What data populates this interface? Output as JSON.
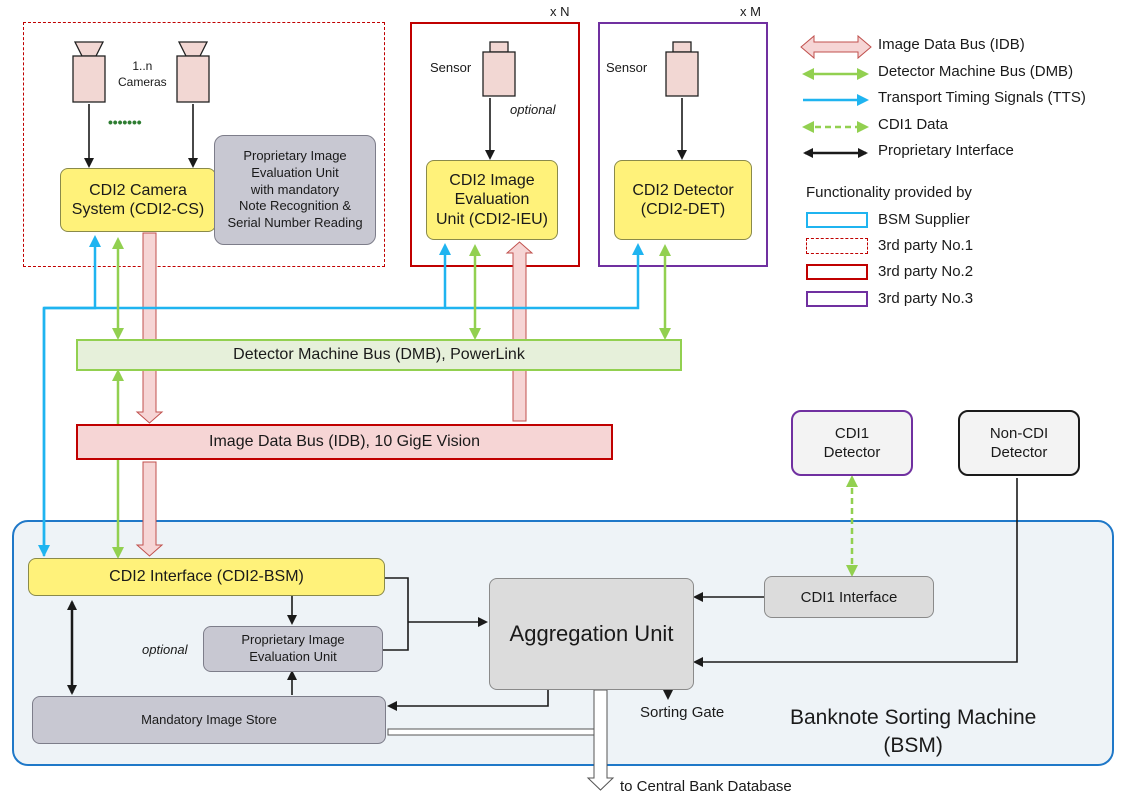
{
  "containers": {
    "multiplier_n": "x N",
    "multiplier_m": "x M"
  },
  "camera_system": {
    "cameras_label": "1..n\nCameras",
    "dots": "• • • • • • •",
    "unit_label": "CDI2 Camera\nSystem (CDI2-CS)",
    "proprietary_note": "Proprietary Image\nEvaluation Unit\nwith mandatory\nNote Recognition &\nSerial Number Reading"
  },
  "ieu": {
    "sensor_label": "Sensor",
    "optional_label": "optional",
    "unit_label": "CDI2 Image\nEvaluation\nUnit (CDI2-IEU)"
  },
  "det": {
    "sensor_label": "Sensor",
    "unit_label": "CDI2 Detector\n(CDI2-DET)"
  },
  "buses": {
    "dmb_label": "Detector Machine Bus (DMB), PowerLink",
    "idb_label": "Image Data Bus (IDB), 10 GigE Vision"
  },
  "external_detectors": {
    "cdi1": "CDI1\nDetector",
    "non_cdi": "Non-CDI\nDetector"
  },
  "bsm": {
    "title": "Banknote Sorting Machine\n(BSM)",
    "cdi2_interface": "CDI2 Interface (CDI2-BSM)",
    "optional_label": "optional",
    "proprietary_unit": "Proprietary Image\nEvaluation Unit",
    "image_store": "Mandatory Image Store",
    "aggregation_unit": "Aggregation Unit",
    "cdi1_interface": "CDI1 Interface",
    "sorting_gate": "Sorting Gate",
    "central_bank": "to Central Bank Database"
  },
  "legend": {
    "items": [
      "Image Data Bus (IDB)",
      "Detector Machine Bus (DMB)",
      "Transport Timing Signals (TTS)",
      "CDI1 Data",
      "Proprietary Interface"
    ],
    "functionality_title": "Functionality provided by",
    "providers": [
      "BSM Supplier",
      "3rd party No.1",
      "3rd party No.2",
      "3rd party No.3"
    ]
  },
  "colors": {
    "idb_fill": "#f6d5d5",
    "idb_stroke": "#c0504d",
    "dmb_green": "#92d050",
    "tts_blue": "#1fb4f0",
    "third_party_1": "#c00000",
    "third_party_2": "#c00000",
    "third_party_3": "#7030a0",
    "bsm_blue": "#0070c0",
    "yellow_box": "#fff27a"
  }
}
